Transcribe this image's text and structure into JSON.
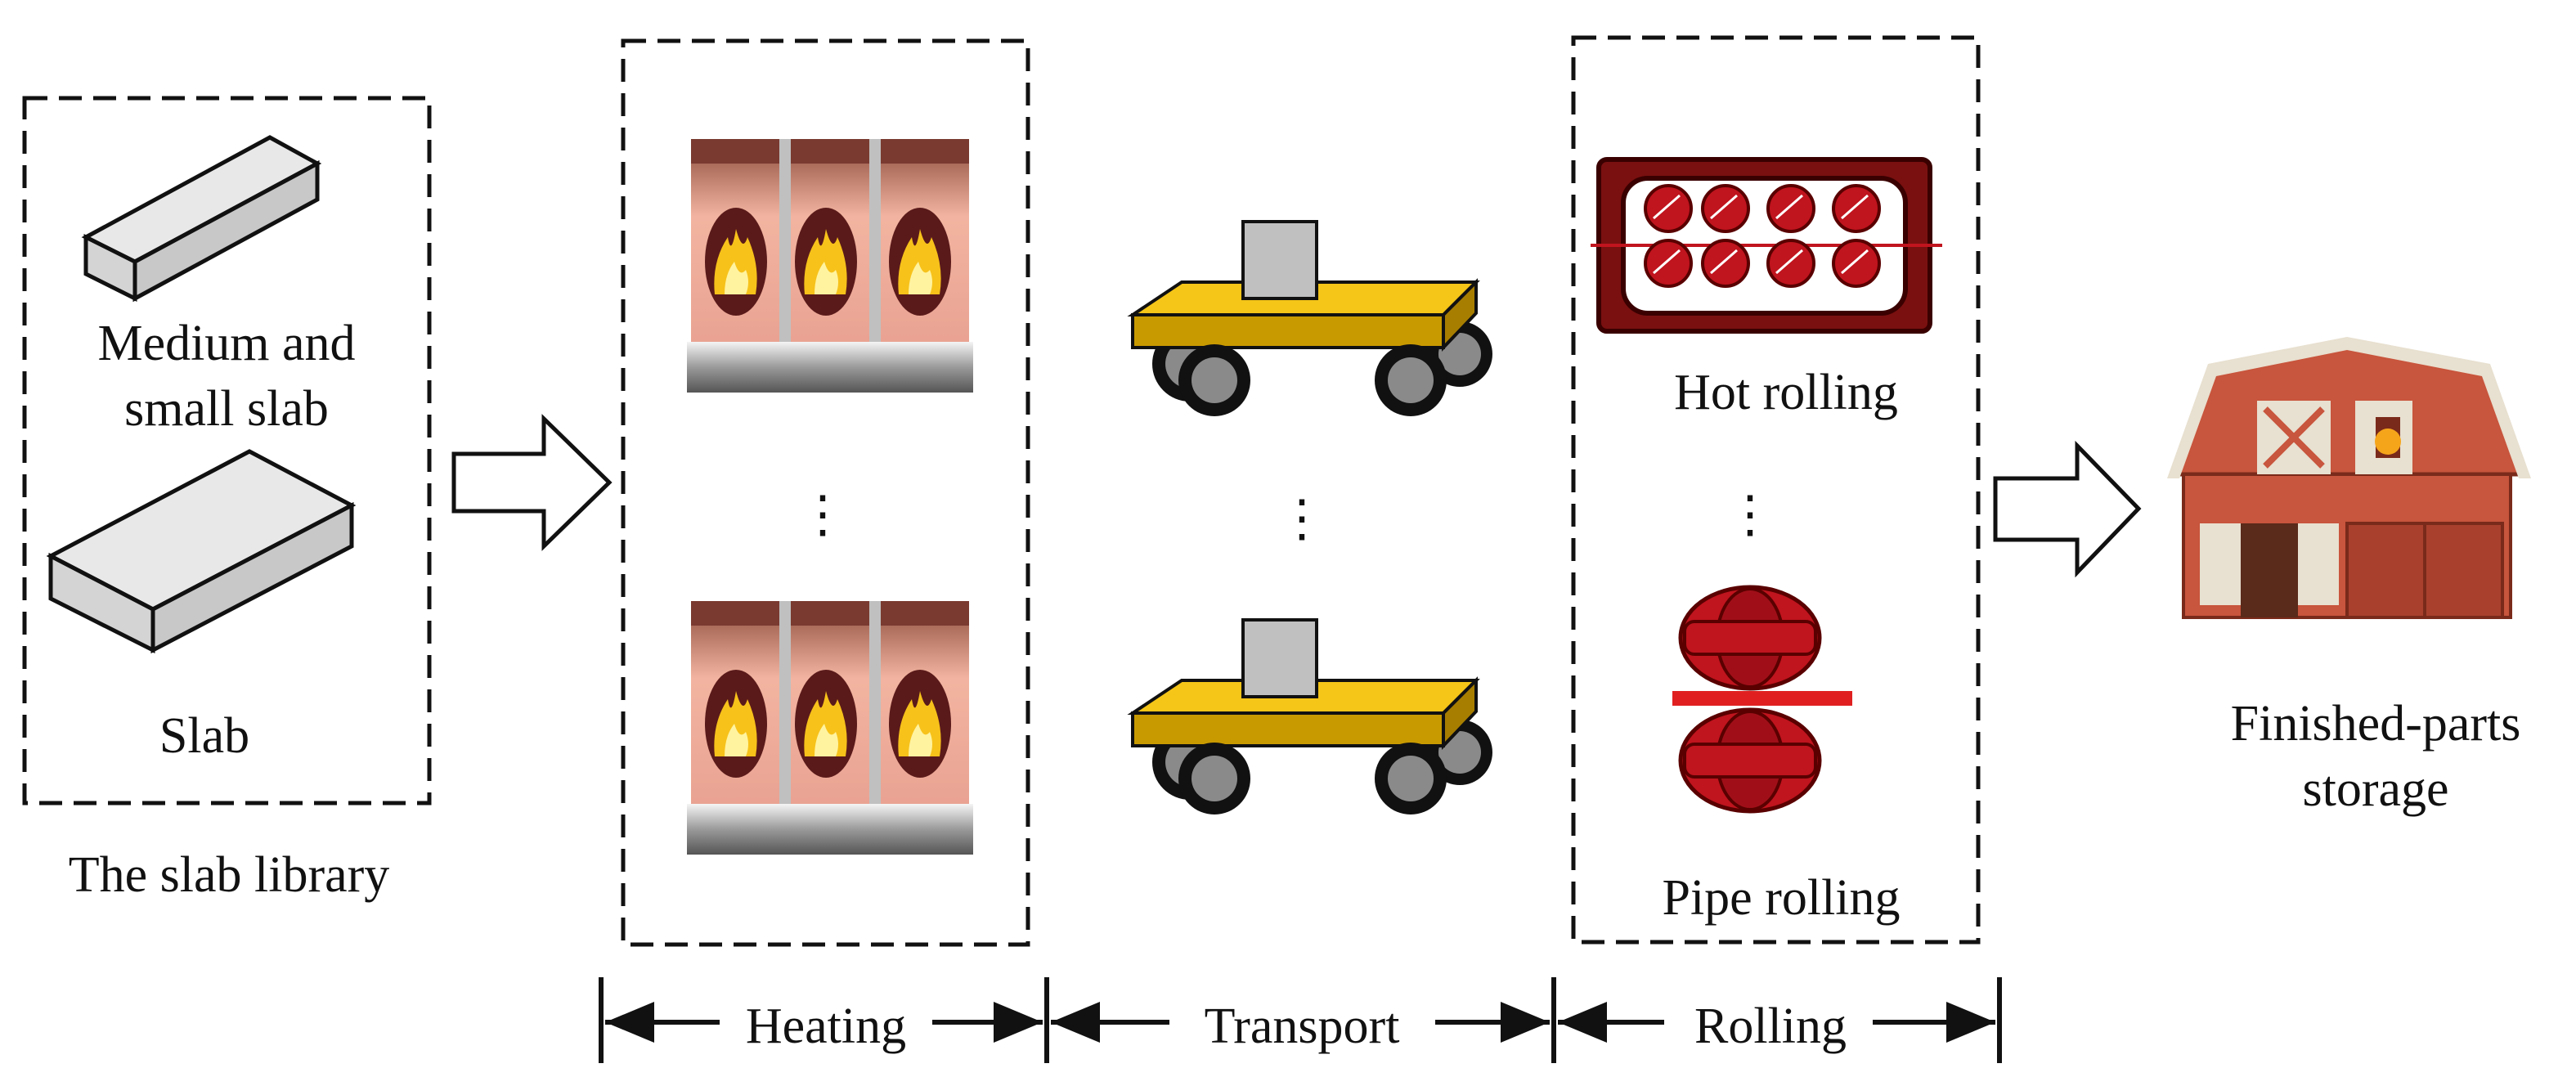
{
  "slab_library": {
    "medium_small_line1": "Medium and",
    "medium_small_line2": "small slab",
    "slab": "Slab",
    "caption": "The slab library"
  },
  "rolling": {
    "hot": "Hot rolling",
    "pipe": "Pipe rolling"
  },
  "storage": {
    "line1": "Finished-parts",
    "line2": "storage"
  },
  "stages": {
    "heating": "Heating",
    "transport": "Transport",
    "rolling": "Rolling"
  },
  "ellipsis": "⋮",
  "icons": [
    "slab-block-icon",
    "furnace-icon",
    "transport-cart-icon",
    "hot-rolling-mill-icon",
    "pipe-rolling-icon",
    "warehouse-barn-icon",
    "hollow-arrow-icon"
  ],
  "colors": {
    "cart_yellow": "#f5c518",
    "cart_side": "#c99a00",
    "furnace_glow": "#e07a5f",
    "mill_red": "#c0141e",
    "barn_red": "#c8553d",
    "slab_gray": "#dcdcdc"
  }
}
